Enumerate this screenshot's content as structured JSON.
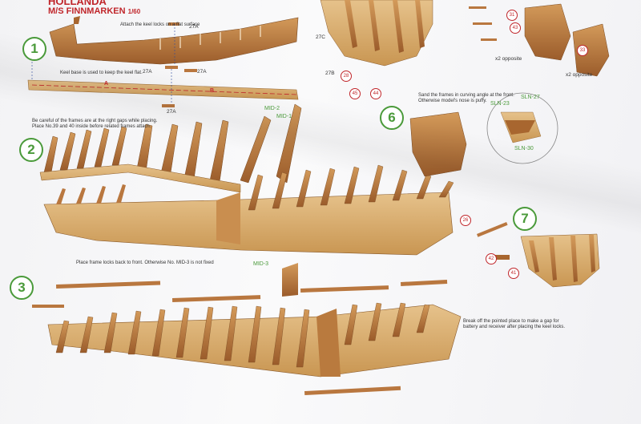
{
  "header": {
    "title_top": "HOLLANDA",
    "title_main": "M/S FINNMARKEN",
    "scale": "1/60"
  },
  "steps": [
    "1",
    "2",
    "3",
    "6",
    "7"
  ],
  "notes": {
    "keel_attach": "Attach the keel locks on a flat surface",
    "keel_base": "Keel base is used to keep the keel flat.",
    "frames_careful_1": "Be careful of the frames are at the right gaps while placing.",
    "frames_careful_2": "Place No.39 and 40 inside before related frames attach.",
    "frame_locks": "Place frame locks back to front. Otherwise No. MID-3 is not fixed",
    "break_off_1": "Break off the pointed place to make a gap for",
    "break_off_2": "battery and receiver after placing the keel locks.",
    "sand_1": "Sand the frames in curving angle at the front.",
    "sand_2": "Otherwise model's nose is puffy."
  },
  "labels": {
    "p27a_1": "27A",
    "p27a_2": "27A",
    "p27a_3": "27A",
    "p27a_4": "27A",
    "a": "A",
    "b": "B",
    "mid2": "MID-2",
    "mid1": "MID-1",
    "mid3": "MID-3",
    "p27c": "27C",
    "p27b": "27B",
    "sln27": "SLN-27",
    "sln23": "SLN-23",
    "sln30": "SLN-30",
    "opp1": "x2 opposite",
    "opp2": "x2 opposite"
  },
  "callouts": [
    "31",
    "43",
    "33",
    "28",
    "45",
    "44",
    "26",
    "42",
    "41"
  ],
  "colors": {
    "wood": "#b9773f",
    "wood_dark": "#8a5226",
    "accent_green": "#4a9a3a",
    "accent_red": "#c0262b",
    "paper": "#f5f5f7"
  }
}
